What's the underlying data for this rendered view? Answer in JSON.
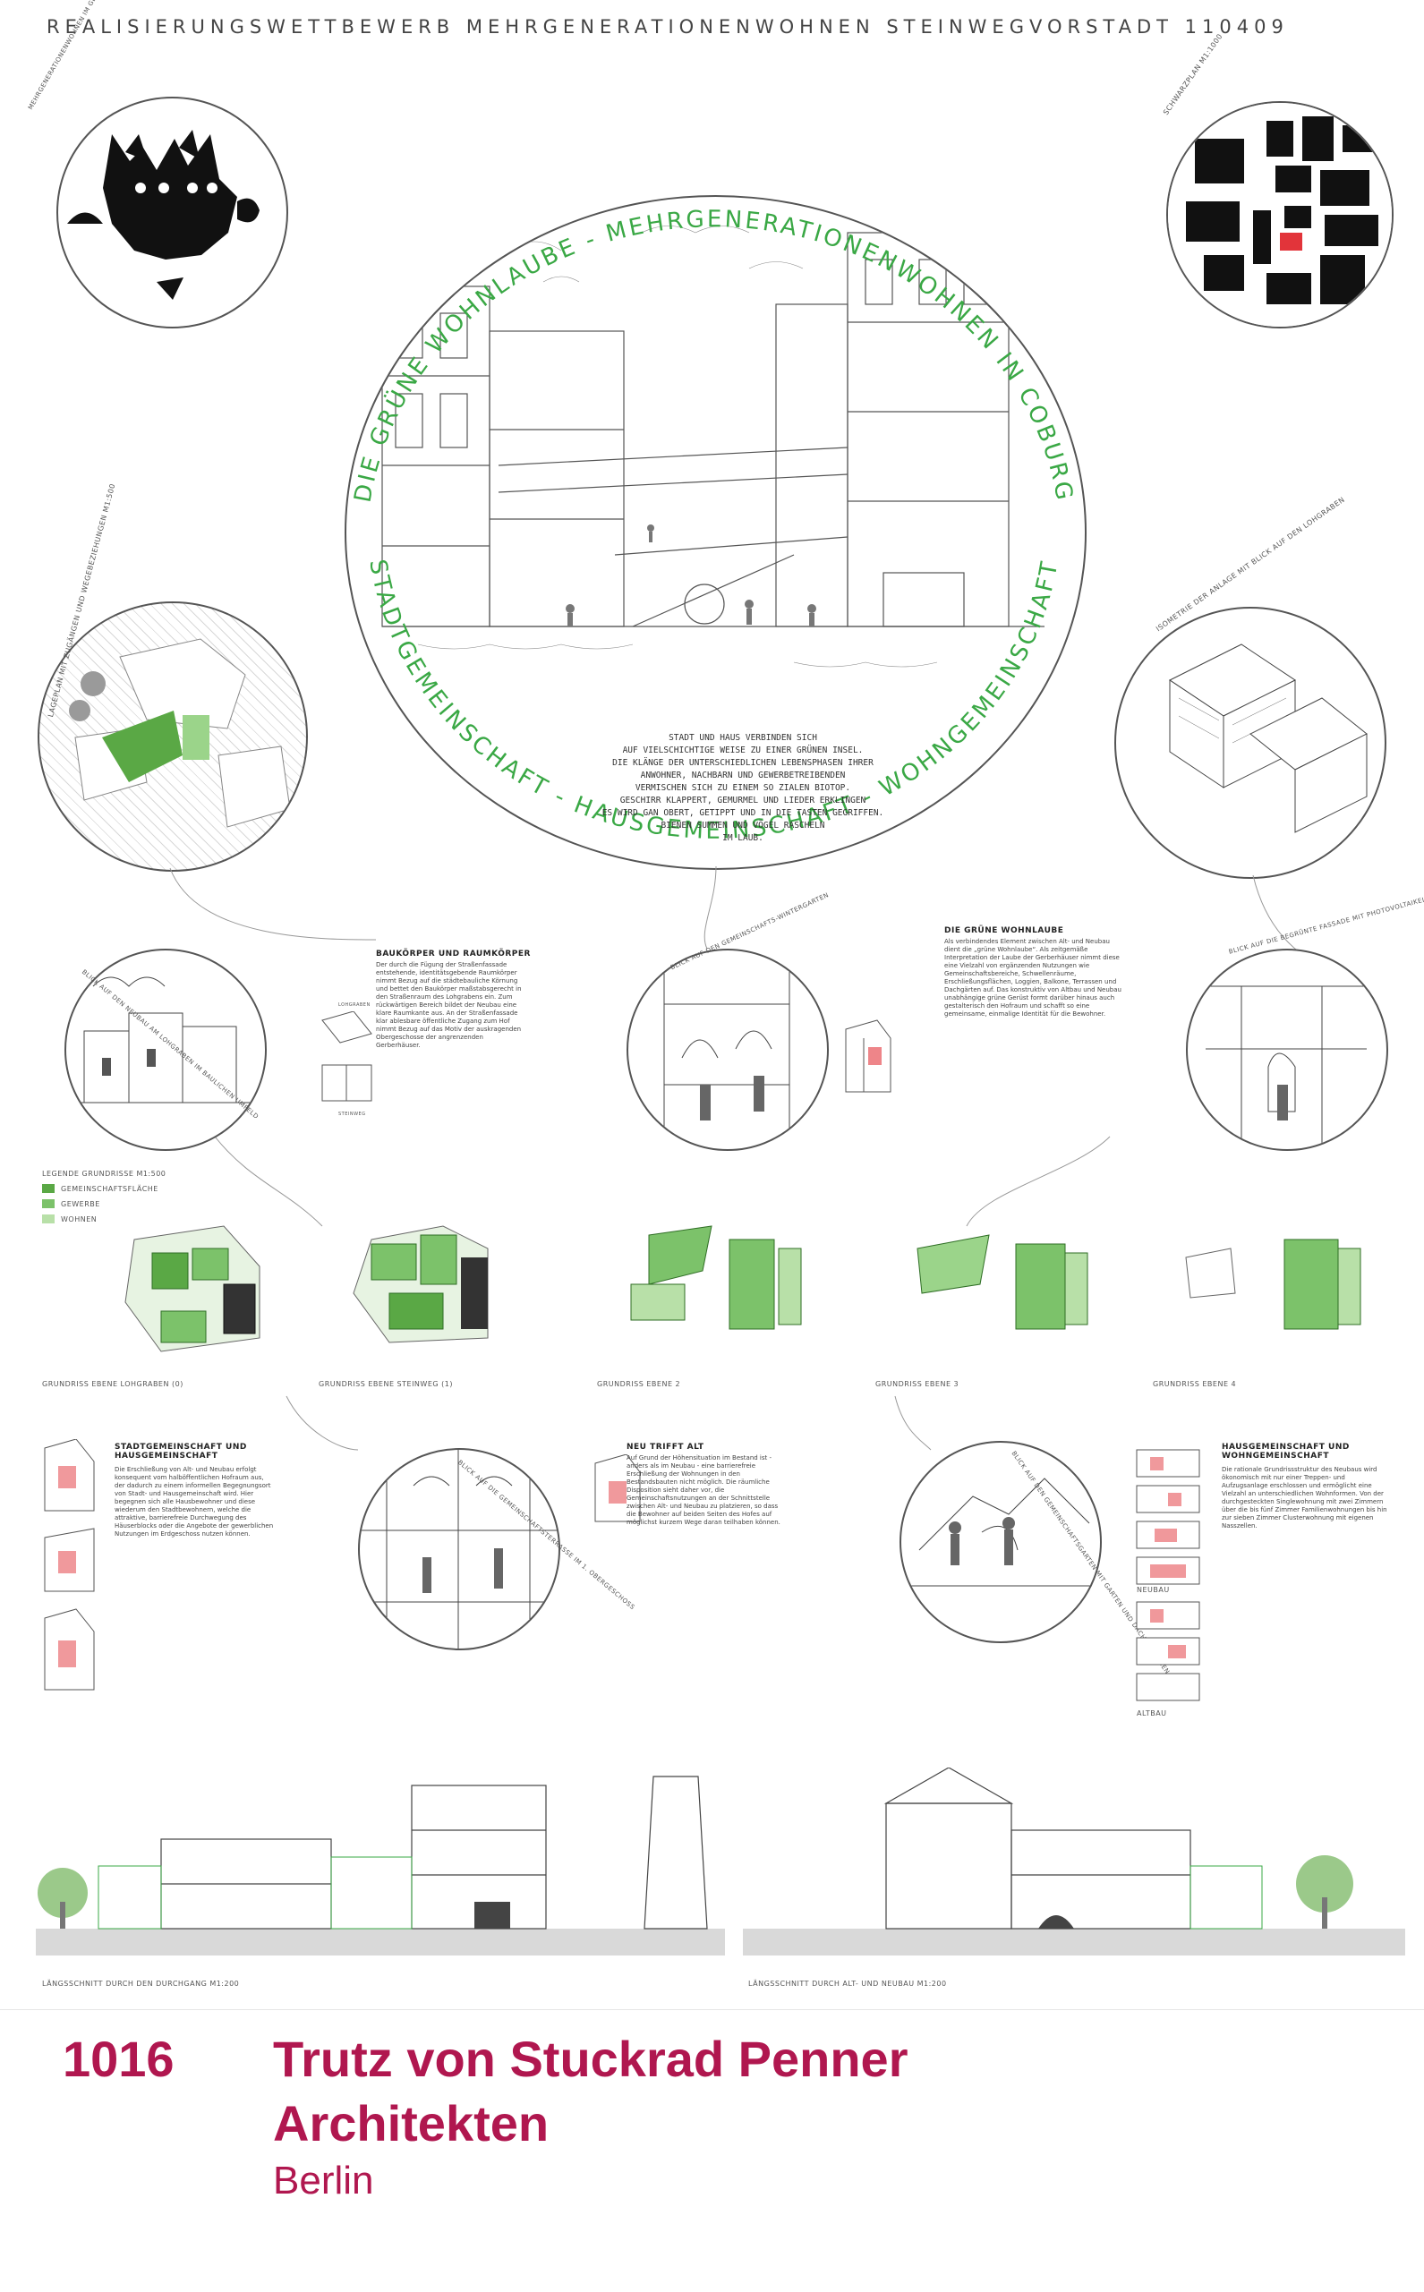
{
  "header": {
    "title": "REALISIERUNGSWETTBEWERB MEHRGENERATIONENWOHNEN STEINWEGVORSTADT   110409"
  },
  "main_circle": {
    "arc_top": "DIE GRÜNE WOHNLAUBE - MEHRGENERATIONENWOHNEN IN COBURG",
    "arc_bottom": "STADTGEMEINSCHAFT - HAUSGEMEINSCHAFT - WOHNGEMEINSCHAFT",
    "handwriting": [
      "STADT UND HAUS VERBINDEN SICH",
      "AUF VIELSCHICHTIGE WEISE ZU EINER GRÜNEN INSEL.",
      "DIE KLÄNGE DER UNTERSCHIEDLICHEN LEBENSPHASEN IHRER",
      "ANWOHNER, NACHBARN UND GEWERBETREIBENDEN",
      "VERMISCHEN SICH ZU EINEM SO ZIALEN BIOTOP.",
      "GESCHIRR KLAPPERT, GEMURMEL UND LIEDER ERKLINGEN",
      "ES WIRD GAN OBERT, GETIPPT UND IN DIE TASTEN GEGRIFFEN.",
      "BIENEN SUMMEN UND VÖGEL RASCHELN",
      "IM LAUB."
    ]
  },
  "corner_labels": {
    "top_left": "MEHRGENERATIONENWOHNEN IM GERBERVIERTEL - EIN HAUS FÜR ALLE FÄLLE",
    "top_right": "SCHWARZPLAN M1:1000",
    "mid_left": "LAGEPLAN MIT ZUGÄNGEN UND WEGEBEZIEHUNGEN M1:500",
    "mid_right": "ISOMETRIE DER ANLAGE MIT BLICK AUF DEN LOHGRABEN"
  },
  "row2": {
    "view1": "BLICK AUF DEN NEUBAU AM LOHGRABEN IM BAULICHEN UMFELD",
    "block1_title": "BAUKÖRPER UND RAUMKÖRPER",
    "block1_text": "Der durch die Fügung der Straßenfassade entstehende, identitätsgebende Raumkörper nimmt Bezug auf die städtebauliche Körnung und bettet den Baukörper maßstabsgerecht in den Straßenraum des Lohgrabens ein. Zum rückwärtigen Bereich bildet der Neubau eine klare Raumkante aus. An der Straßenfassade klar ablesbare öffentliche Zugang zum Hof nimmt Bezug auf das Motiv der auskragenden Obergeschosse der angrenzenden Gerberhäuser.",
    "small1": "LOHGRABEN",
    "small2": "STEINWEG",
    "view2": "BLICK AUF DEN GEMEINSCHAFTS-WINTERGARTEN",
    "block2_title": "DIE GRÜNE WOHNLAUBE",
    "block2_text": "Als verbindendes Element zwischen Alt- und Neubau dient die „grüne Wohnlaube“. Als zeitgemäße Interpretation der Laube der Gerberhäuser nimmt diese eine Vielzahl von ergänzenden Nutzungen wie Gemeinschaftsbereiche, Schwellenräume, Erschließungsflächen, Loggien, Balkone, Terrassen und Dachgärten auf. Das konstruktiv von Altbau und Neubau unabhängige grüne Gerüst formt darüber hinaus auch gestalterisch den Hofraum und schafft so eine gemeinsame, einmalige Identität für die Bewohner.",
    "view3": "BLICK AUF DIE BEGRÜNTE FASSADE MIT PHOTOVOLTAIKELEMENTEN"
  },
  "legend": {
    "title": "LEGENDE GRUNDRISSE M1:500",
    "items": [
      {
        "label": "GEMEINSCHAFTSFLÄCHE",
        "color": "#5aa845"
      },
      {
        "label": "GEWERBE",
        "color": "#7cc26a"
      },
      {
        "label": "WOHNEN",
        "color": "#b8e0a8"
      }
    ]
  },
  "plans": [
    {
      "caption": "GRUNDRISS EBENE LOHGRABEN (0)"
    },
    {
      "caption": "GRUNDRISS EBENE STEINWEG (1)"
    },
    {
      "caption": "GRUNDRISS EBENE 2"
    },
    {
      "caption": "GRUNDRISS EBENE 3"
    },
    {
      "caption": "GRUNDRISS EBENE 4"
    }
  ],
  "row4": {
    "block1_title": "STADTGEMEINSCHAFT UND HAUSGEMEINSCHAFT",
    "block1_text": "Die Erschließung von Alt- und Neubau erfolgt konsequent vom halböffentlichen Hofraum aus, der dadurch zu einem informellen Begegnungsort von Stadt- und Hausgemeinschaft wird. Hier begegnen sich alle Hausbewohner und diese wiederum den Stadtbewohnern, welche die attraktive, barrierefreie Durchwegung des Häuserblocks oder die Angebote der gewerblichen Nutzungen im Erdgeschoss nutzen können.",
    "view1": "BLICK AUF DIE GEMEINSCHAFTSTERRASSE IM 1. OBERGESCHOSS",
    "block2_title": "NEU TRIFFT ALT",
    "block2_text": "Auf Grund der Höhensituation im Bestand ist - anders als im Neubau - eine barrierefreie Erschließung der Wohnungen in den Bestandsbauten nicht möglich. Die räumliche Disposition sieht daher vor, die Gemeinschaftsnutzungen an der Schnittstelle zwischen Alt- und Neubau zu platzieren, so dass die Bewohner auf beiden Seiten des Hofes auf möglichst kurzem Wege daran teilhaben können.",
    "view2": "BLICK AUF DEN GEMEINSCHAFTSGARTEN MIT GARTEN UND DACHTERRASSEN",
    "block3_title": "HAUSGEMEINSCHAFT UND WOHNGEMEINSCHAFT",
    "block3_text": "Die rationale Grundrissstruktur des Neubaus wird ökonomisch mit nur einer Treppen- und Aufzugsanlage erschlossen und ermöglicht eine Vielzahl an unterschiedlichen Wohnformen. Von der durchgesteckten Singlewohnung mit zwei Zimmern über die bis fünf Zimmer Familienwohnungen bis hin zur sieben Zimmer Clusterwohnung mit eigenen Nasszellen.",
    "neubau": "NEUBAU",
    "altbau": "ALTBAU"
  },
  "sections": {
    "left_caption": "LÄNGSSCHNITT DURCH DEN DURCHGANG  M1:200",
    "right_caption": "LÄNGSSCHNITT DURCH ALT- UND NEUBAU  M1:200"
  },
  "footer": {
    "number": "1016",
    "name_line1": "Trutz von Stuckrad Penner",
    "name_line2": "Architekten",
    "city": "Berlin"
  },
  "colors": {
    "green": "#3aa845",
    "accent": "#b0174f"
  }
}
